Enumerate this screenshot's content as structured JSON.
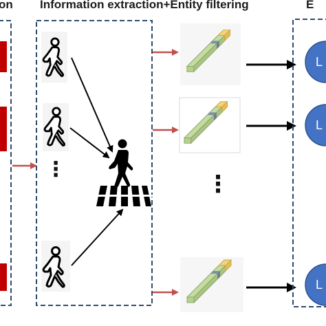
{
  "headers": {
    "left": "on",
    "middle": "Information extraction+Entity filtering",
    "right": "E"
  },
  "colors": {
    "box_border": "#2e4a6b",
    "red_bar": "#c00000",
    "red_arrow": "#c0504d",
    "circle_fill": "#4472c4",
    "circle_border": "#2f528f",
    "bar_green": "#c5dca0",
    "bar_yellow": "#f3d27a",
    "bar_band": "#7f8fa8"
  },
  "nodes": {
    "circle_label": "L"
  },
  "ellipsis": {
    "left_column": "⋮",
    "right_column": "⋮"
  },
  "icons": [
    "walking-person-icon",
    "pedestrian-crossing-icon",
    "feature-vector-icon",
    "entity-circle-icon"
  ]
}
